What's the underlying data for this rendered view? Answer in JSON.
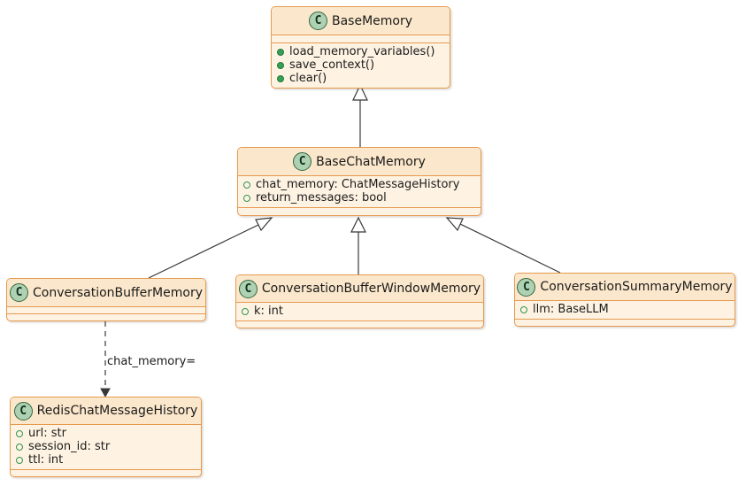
{
  "classes": [
    {
      "id": "base-memory",
      "stereotype": "C",
      "name": "BaseMemory",
      "fields": [],
      "methods": [
        "load_memory_variables()",
        "save_context()",
        "clear()"
      ]
    },
    {
      "id": "base-chat-memory",
      "stereotype": "C",
      "name": "BaseChatMemory",
      "fields": [
        "chat_memory: ChatMessageHistory",
        "return_messages: bool"
      ],
      "methods": []
    },
    {
      "id": "conversation-buffer-memory",
      "stereotype": "C",
      "name": "ConversationBufferMemory",
      "fields": [],
      "methods": []
    },
    {
      "id": "conversation-buffer-window-memory",
      "stereotype": "C",
      "name": "ConversationBufferWindowMemory",
      "fields": [
        "k: int"
      ],
      "methods": []
    },
    {
      "id": "conversation-summary-memory",
      "stereotype": "C",
      "name": "ConversationSummaryMemory",
      "fields": [
        "llm: BaseLLM"
      ],
      "methods": []
    },
    {
      "id": "redis-chat-message-history",
      "stereotype": "C",
      "name": "RedisChatMessageHistory",
      "fields": [
        "url: str",
        "session_id: str",
        "ttl: int"
      ],
      "methods": []
    }
  ],
  "edges": [
    {
      "type": "inheritance",
      "from": "BaseChatMemory",
      "to": "BaseMemory"
    },
    {
      "type": "inheritance",
      "from": "ConversationBufferMemory",
      "to": "BaseChatMemory"
    },
    {
      "type": "inheritance",
      "from": "ConversationBufferWindowMemory",
      "to": "BaseChatMemory"
    },
    {
      "type": "inheritance",
      "from": "ConversationSummaryMemory",
      "to": "BaseChatMemory"
    },
    {
      "type": "dependency",
      "from": "ConversationBufferMemory",
      "to": "RedisChatMessageHistory",
      "label": "chat_memory="
    }
  ],
  "colors": {
    "box_border": "#e59a50",
    "header_bg": "#fbe7cb",
    "body_bg": "#fef3e2",
    "class_circle_bg": "#add1b2",
    "method_icon": "#38a056",
    "field_icon": "#2e9550",
    "line": "#383838"
  }
}
